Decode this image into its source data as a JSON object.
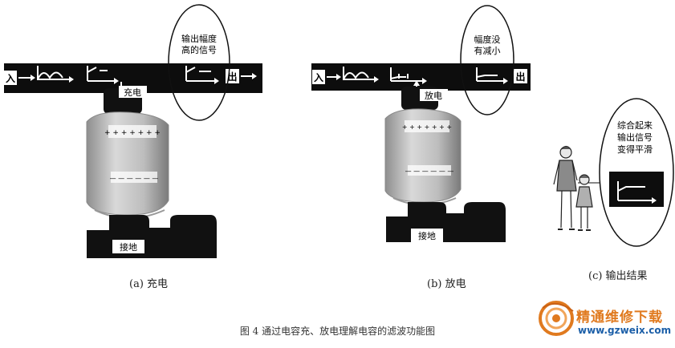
{
  "panels": {
    "a": {
      "caption": "(a) 充电",
      "input_tag": "入",
      "output_tag": "出",
      "bubble_text": [
        "输出幅度",
        "高的信号"
      ],
      "cap_label": "充电",
      "ground_label": "接地",
      "plus_signs": "+ + + + + + +",
      "minus_signs": "— — — — — —"
    },
    "b": {
      "caption": "(b) 放电",
      "input_tag": "入",
      "output_tag": "出",
      "bubble_text": [
        "幅度没",
        "有减小"
      ],
      "cap_label": "放电",
      "ground_label": "接地",
      "plus_signs": "+ + + + + + +",
      "minus_signs": "— — — — — —"
    },
    "c": {
      "caption": "(c) 输出结果",
      "bubble_text": [
        "综合起来",
        "输出信号",
        "变得平滑"
      ]
    }
  },
  "figure_title": "图 4  通过电容充、放电理解电容的滤波功能图",
  "watermark": {
    "name": "精通维修下载",
    "url": "www.gzweix.com"
  },
  "colors": {
    "bar": "#0d0d0d",
    "ground_block": "#111111",
    "capacitor_body": "#b9b9b9",
    "watermark_orange": "#e07a1f",
    "watermark_blue": "#1c5fa8"
  }
}
